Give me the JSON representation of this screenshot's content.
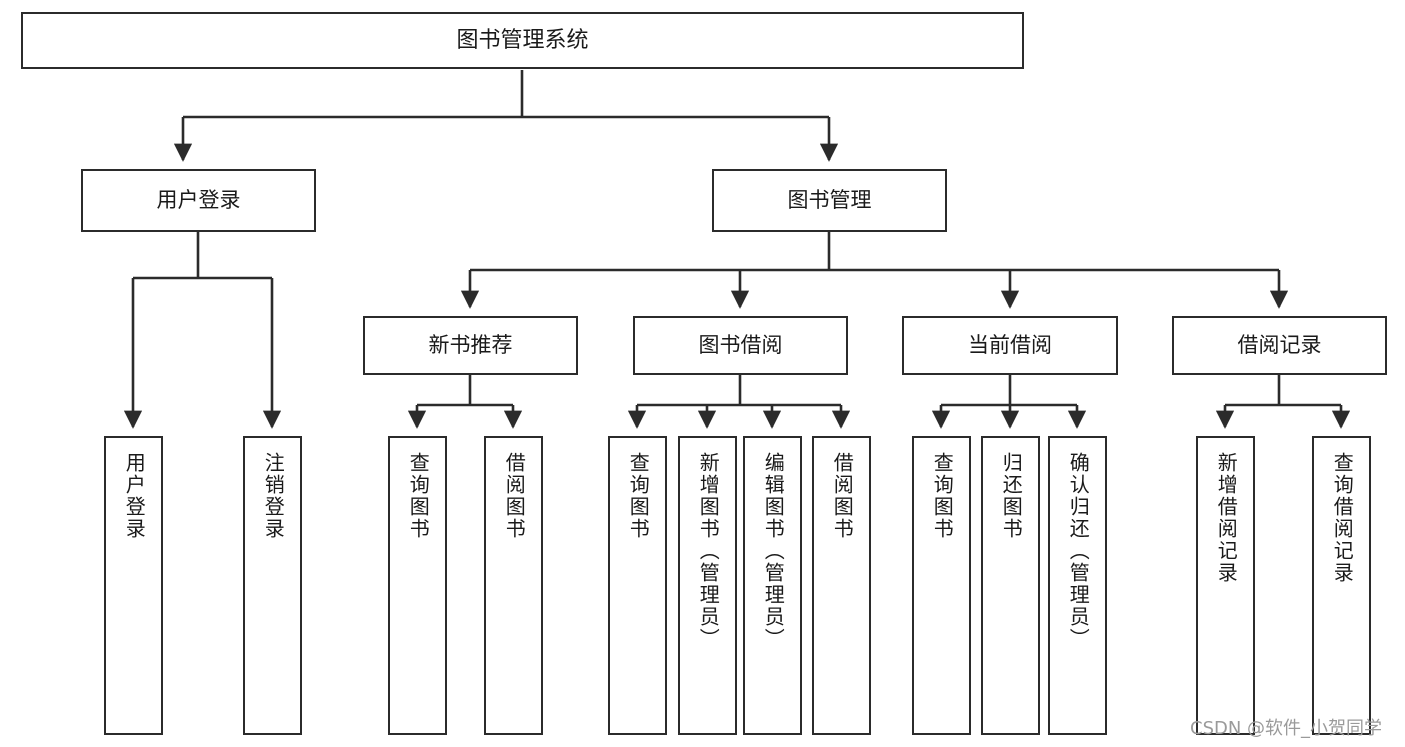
{
  "diagram": {
    "title": "图书管理系统",
    "watermark": "CSDN @软件_小贺同学",
    "line_color": "#2b2b2b",
    "box_fill": "#ffffff",
    "text_color": "#1a1a1a"
  },
  "nodes": {
    "root": {
      "label": "图书管理系统"
    },
    "level2": [
      {
        "label": "用户登录"
      },
      {
        "label": "图书管理"
      }
    ],
    "level3": [
      {
        "label": "新书推荐"
      },
      {
        "label": "图书借阅"
      },
      {
        "label": "当前借阅"
      },
      {
        "label": "借阅记录"
      }
    ],
    "leaves": {
      "user_login": [
        {
          "label": "用户登录"
        },
        {
          "label": "注销登录"
        }
      ],
      "new_book_recommend": [
        {
          "label": "查询图书"
        },
        {
          "label": "借阅图书"
        }
      ],
      "book_borrow": [
        {
          "label": "查询图书"
        },
        {
          "label": "新增图书（管理员）"
        },
        {
          "label": "编辑图书（管理员）"
        },
        {
          "label": "借阅图书"
        }
      ],
      "current_borrow": [
        {
          "label": "查询图书"
        },
        {
          "label": "归还图书"
        },
        {
          "label": "确认归还（管理员）"
        }
      ],
      "borrow_record": [
        {
          "label": "新增借阅记录"
        },
        {
          "label": "查询借阅记录"
        }
      ]
    }
  }
}
